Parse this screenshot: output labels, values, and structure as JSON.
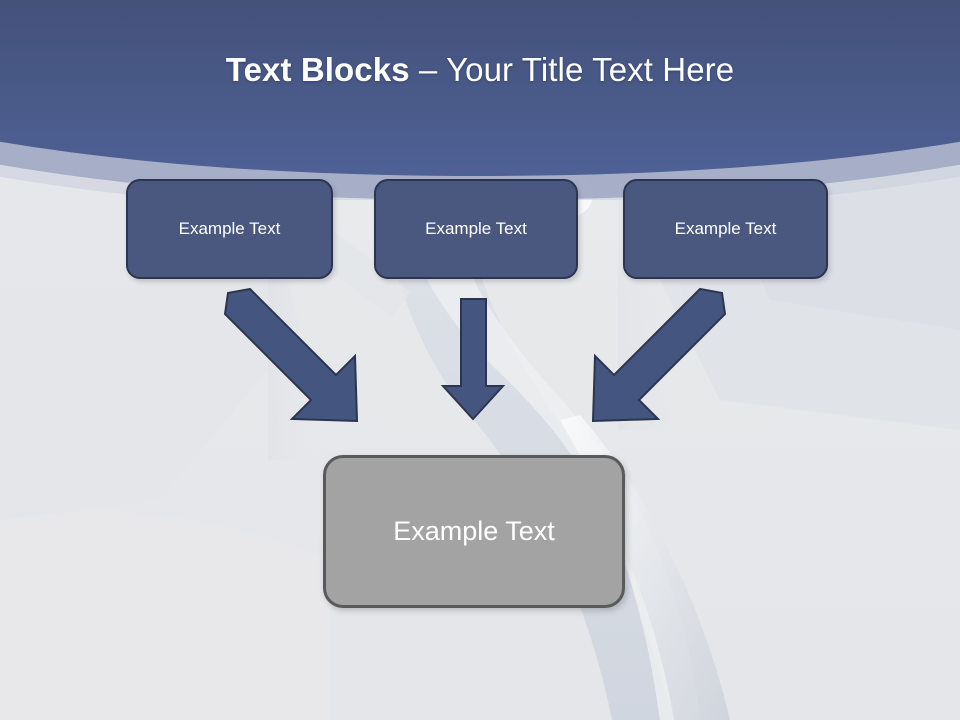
{
  "slide": {
    "title_bold": "Text Blocks",
    "title_separator": " – ",
    "title_regular": "Your Title Text Here",
    "title_full": "Text Blocks – Your Title Text Here"
  },
  "theme": {
    "header_gradient_top": "#374260",
    "header_gradient_bottom": "#4e6195",
    "header_accent_band": "#9aa4c0",
    "slide_background": "#e9eaec",
    "box_fill": "#4a5880",
    "box_border": "#2b3550",
    "box_text": "#ffffff",
    "result_fill": "#a3a3a3",
    "result_border": "#5a5a5a",
    "result_text": "#ffffff",
    "arrow_fill": "#44567f",
    "arrow_border": "#2b3550"
  },
  "diagram": {
    "top_boxes": [
      {
        "id": "box-1",
        "label": "Example Text"
      },
      {
        "id": "box-2",
        "label": "Example Text"
      },
      {
        "id": "box-3",
        "label": "Example Text"
      }
    ],
    "result_box": {
      "id": "result-box",
      "label": "Example Text"
    },
    "arrows": [
      {
        "id": "arrow-left",
        "direction": "down-right",
        "from": "box-1",
        "to": "result-box"
      },
      {
        "id": "arrow-middle",
        "direction": "down",
        "from": "box-2",
        "to": "result-box"
      },
      {
        "id": "arrow-right",
        "direction": "down-left",
        "from": "box-3",
        "to": "result-box"
      }
    ]
  }
}
